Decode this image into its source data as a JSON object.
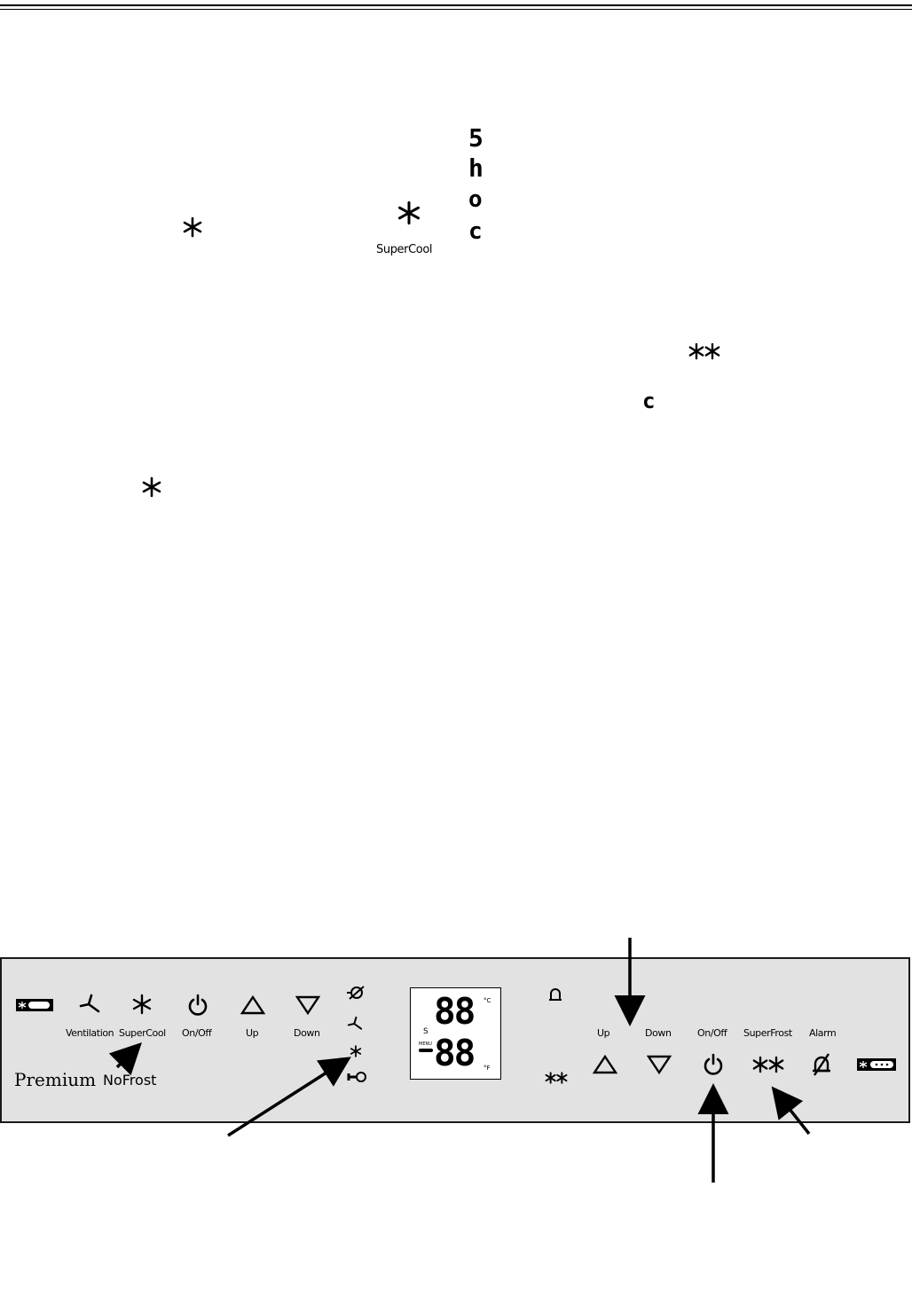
{
  "text_fragments": {
    "seg_s": "5",
    "seg_h": "h",
    "seg_o": "o",
    "seg_c": "c",
    "supercool_caption": "SuperCool",
    "seg_c_lower": "c"
  },
  "panel": {
    "left_labels": [
      "Ventilation",
      "SuperCool",
      "On/Off",
      "Up",
      "Down"
    ],
    "brand_premium": "Premium",
    "brand_nofrost": "NoFrost",
    "lcd": {
      "top_digits": "88",
      "bottom_digits": "88",
      "unit_c": "°C",
      "unit_f": "°F",
      "s_label": "S",
      "menu_label": "MENU"
    },
    "right_labels": [
      "Up",
      "Down",
      "On/Off",
      "SuperFrost",
      "Alarm"
    ]
  },
  "icons": {
    "star_single": "asterisk-icon",
    "star_double": "double-asterisk-icon",
    "fan": "fan-icon",
    "power": "power-icon",
    "up": "triangle-up-icon",
    "down": "triangle-down-icon",
    "alarm_off": "alarm-off-icon",
    "bell": "bell-icon",
    "key": "key-icon",
    "fridge": "fridge-compartment-icon",
    "freezer": "freezer-compartment-icon"
  }
}
